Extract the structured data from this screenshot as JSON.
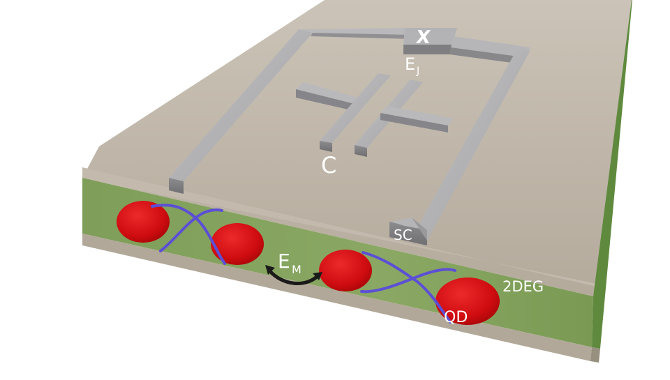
{
  "labels": {
    "junction": "X",
    "josephson_energy_base": "E",
    "josephson_energy_sub": "J",
    "capacitor": "C",
    "superconductor": "SC",
    "majorana_coupling_base": "E",
    "majorana_coupling_sub": "M",
    "quantum_dot": "QD",
    "two_deg": "2DEG"
  },
  "colors": {
    "substrate_top": "#b9b0a3",
    "substrate_side": "#a99f92",
    "two_deg_layer": "#86a35e",
    "two_deg_edge": "#5f8a3e",
    "metal": "#a9a9ab",
    "metal_dark": "#7b7b7e",
    "quantum_dot": "#d30f12",
    "wavefunction": "#5c4fd6",
    "coupling_arrow": "#1a1a1a",
    "label_text": "#ffffff"
  },
  "icons": {
    "coupling_arrow": "double-headed-arc-arrow-icon"
  }
}
